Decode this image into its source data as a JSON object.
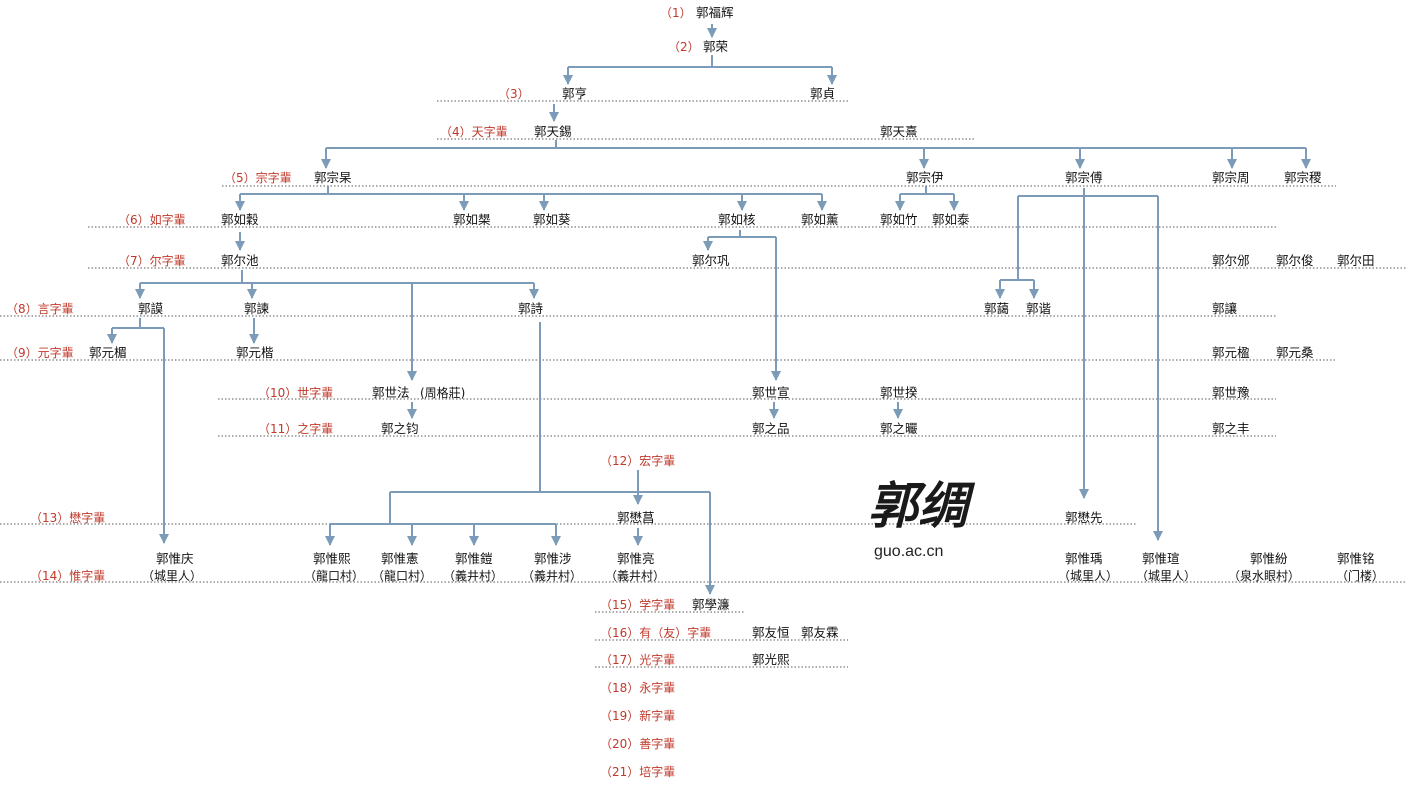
{
  "colors": {
    "edge": "#7b9bb8",
    "generation_label": "#c0392b",
    "node_text": "#111111"
  },
  "watermark": {
    "title": "郭绸",
    "url": "guo.ac.cn"
  },
  "generations": {
    "g1": "（1）",
    "g2": "（2）",
    "g3": "（3）",
    "g4": "（4）天字輩",
    "g5": "（5）宗字輩",
    "g6": "（6）如字輩",
    "g7": "（7）尔字輩",
    "g8": "（8）言字輩",
    "g9": "（9）元字輩",
    "g10": "（10）世字輩",
    "g11": "（11）之字輩",
    "g12": "（12）宏字輩",
    "g13": "（13）懋字輩",
    "g14": "（14）惟字輩",
    "g15": "（15）学字輩",
    "g16": "（16）有（友）字輩",
    "g17": "（17）光字輩",
    "g18": "（18）永字輩",
    "g19": "（19）新字輩",
    "g20": "（20）善字輩",
    "g21": "（21）培字輩"
  },
  "people": {
    "fuhui": "郭福辉",
    "rong": "郭荣",
    "heng": "郭亨",
    "zhen": "郭貞",
    "tianxi": "郭天錫",
    "tianxi2": "郭天熹",
    "zonggao": "郭宗杲",
    "zongyi": "郭宗伊",
    "zongfu": "郭宗傅",
    "zongzhou": "郭宗周",
    "zongji": "郭宗稷",
    "ruyi": "郭如穀",
    "ruliang": "郭如槼",
    "rukui": "郭如葵",
    "ruhe": "郭如核",
    "ruxun": "郭如薰",
    "ruzhu": "郭如竹",
    "rutai": "郭如泰",
    "erchi": "郭尔池",
    "ergong": "郭尔巩",
    "erbin": "郭尔邠",
    "erjun": "郭尔俊",
    "ertian": "郭尔田",
    "mo": "郭謨",
    "jian": "郭諫",
    "shi": "郭詩",
    "ai": "郭藹",
    "jie": "郭谐",
    "rang": "郭讓",
    "yuanmei": "郭元楣",
    "yuankai": "郭元楷",
    "yuanying": "郭元楹",
    "yuanshen": "郭元桑",
    "shifa": "郭世法",
    "shifa_note": "(周格莊)",
    "shixuan": "郭世宣",
    "shiyi": "郭世揆",
    "shiyu": "郭世豫",
    "zhijun": "郭之钧",
    "zhipin": "郭之品",
    "zhirang": "郭之曮",
    "zhifeng": "郭之丰",
    "maogao": "郭懋菖",
    "maoxian": "郭懋先",
    "weiqing": "郭惟庆",
    "weiqing_loc": "（城里人）",
    "weixi": "郭惟熙",
    "weixi_loc": "（龍口村）",
    "weixian": "郭惟憲",
    "weixian_loc": "（龍口村）",
    "weikai": "郭惟鎧",
    "weikai_loc": "（義井村）",
    "weishe": "郭惟涉",
    "weishe_loc": "（義井村）",
    "weiliang": "郭惟亮",
    "weiliang_loc": "（義井村）",
    "weiyu": "郭惟瑀",
    "weiyu_loc": "（城里人）",
    "weixuan": "郭惟瑄",
    "weixuan_loc": "（城里人）",
    "weifen": "郭惟紛",
    "weifen_loc": "（泉水眼村）",
    "weiming": "郭惟铭",
    "weiming_loc": "（门楼）",
    "xuelian": "郭學濂",
    "youheng": "郭友恒",
    "youlin": "郭友霖",
    "guangxi": "郭光熙"
  }
}
